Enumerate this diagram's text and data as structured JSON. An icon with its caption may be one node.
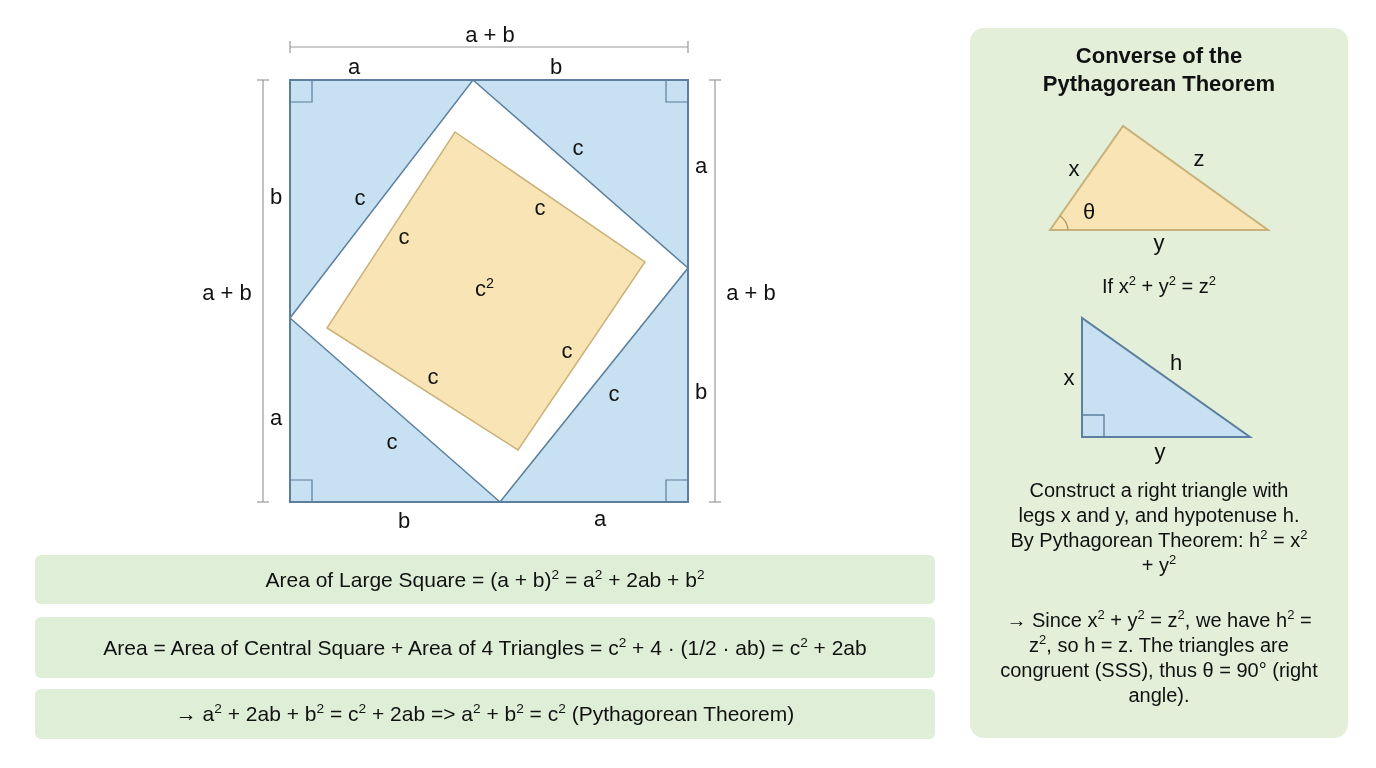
{
  "diagram": {
    "nodes": [
      {
        "text": [],
        "shape": "box"
      },
      {
        "text": [
          "c$^{2}$"
        ],
        "in": 0
      },
      {
        "text": [
          "Converse of the Pythagorean Theorem",
          "If x$^{2}$ + y$^{2}$ = z$^{2}$",
          "Construct a right triangle with legs x and y, and hypotenuse h. By Pythagorean Theorem: h$^{2}$ = x$^{2}$ + y$^{2}$",
          "→ Since x$^{2}$ + y$^{2}$ = z$^{2}$, we have h$^{2}$ = z$^{2}$, so h = z. The triangles are congruent (SSS), thus θ = 90° (right angle)."
        ]
      },
      {
        "text": [],
        "shape": "triangle",
        "in": 2
      },
      {
        "text": [],
        "shape": "triangle",
        "in": 2
      },
      {
        "text": [
          "Area of Large Square = (a + b)$^{2}$ = a$^{2}$ + 2ab + b$^{2}$"
        ]
      },
      {
        "text": [
          "Area = Area of Central Square + Area of 4 Triangles = c$^{2}$ + 4 · (1/2 · ab) = c$^{2}$ + 2ab"
        ]
      },
      {
        "text": [
          "→ a$^{2}$ + 2ab + b$^{2}$ = c$^{2}$ + 2ab => a$^{2}$ + b$^{2}$ = c$^{2}$ (Pythagorean Theorem)"
        ]
      }
    ],
    "labels": [
      "a + b",
      "a",
      "b",
      "b",
      "c",
      "c",
      "c",
      "c",
      "a",
      "a + b",
      "a + b",
      "c",
      "c",
      "c",
      "b",
      "a",
      "c",
      "b",
      "a",
      "x",
      "z",
      "θ",
      "y",
      "x",
      "h",
      "y"
    ]
  }
}
